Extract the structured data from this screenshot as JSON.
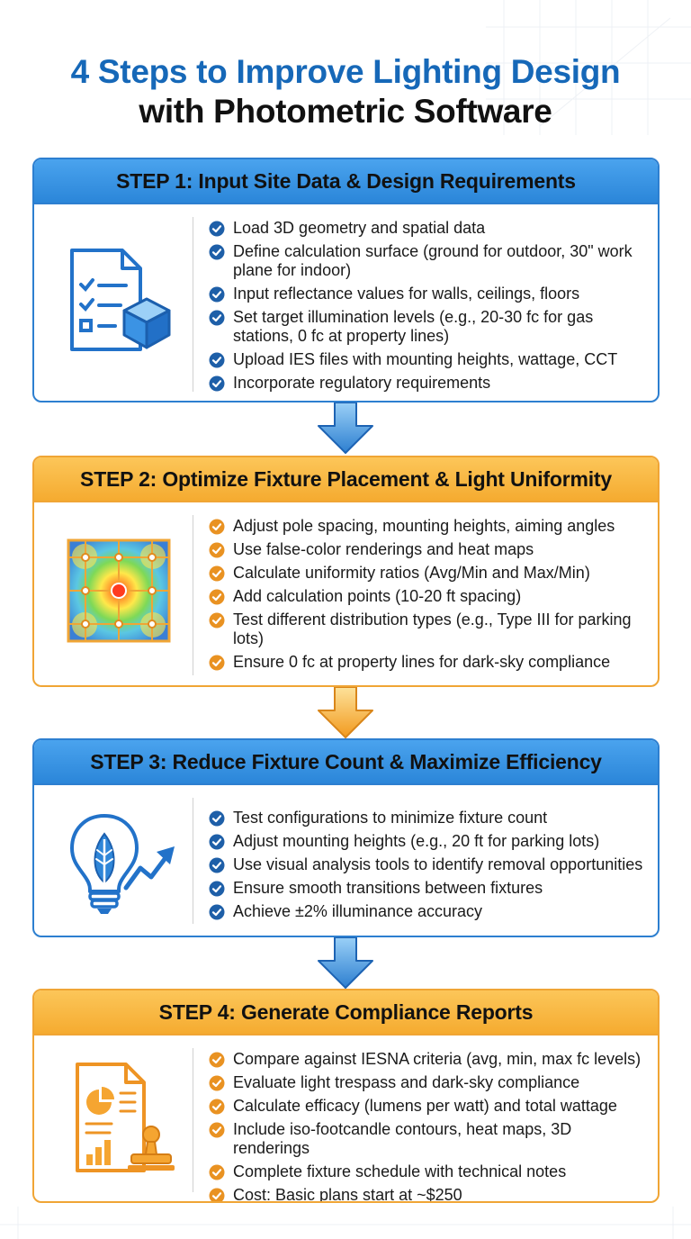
{
  "title": {
    "line1": "4 Steps to Improve Lighting Design",
    "line2": "with Photometric Software"
  },
  "colors": {
    "title_blue": "#1668b8",
    "blue_accent": "#2d7fd0",
    "orange_accent": "#f0a535"
  },
  "steps": [
    {
      "header": "STEP 1: Input Site Data & Design Requirements",
      "icon": "document-checklist-cube-icon",
      "items": [
        "Load 3D geometry and spatial data",
        "Define calculation surface (ground for outdoor, 30\" work plane for indoor)",
        "Input reflectance values for walls, ceilings, floors",
        "Set target illumination levels (e.g., 20-30 fc for gas stations, 0 fc at property lines)",
        "Upload IES files with mounting heights, wattage, CCT",
        "Incorporate regulatory requirements"
      ]
    },
    {
      "header": "STEP 2: Optimize Fixture Placement & Light Uniformity",
      "icon": "heat-map-grid-icon",
      "items": [
        "Adjust pole spacing, mounting heights, aiming angles",
        "Use false-color renderings and heat maps",
        "Calculate uniformity ratios (Avg/Min and Max/Min)",
        "Add calculation points (10-20 ft spacing)",
        "Test different distribution types (e.g., Type III for parking lots)",
        "Ensure 0 fc at property lines for dark-sky compliance"
      ]
    },
    {
      "header": "STEP 3: Reduce Fixture Count & Maximize Efficiency",
      "icon": "lightbulb-leaf-growth-icon",
      "items": [
        "Test configurations to minimize fixture count",
        "Adjust mounting heights (e.g., 20 ft for parking lots)",
        "Use visual analysis tools to identify removal opportunities",
        "Ensure smooth transitions between fixtures",
        "Achieve ±2% illuminance accuracy"
      ]
    },
    {
      "header": "STEP 4: Generate Compliance Reports",
      "icon": "report-stamp-icon",
      "items": [
        "Compare against IESNA criteria (avg, min, max fc levels)",
        "Evaluate light trespass and dark-sky compliance",
        "Calculate efficacy (lumens per watt) and total wattage",
        "Include iso-footcandle contours, heat maps, 3D renderings",
        "Complete fixture schedule with technical notes",
        "Cost: Basic plans start at ~$250"
      ]
    }
  ]
}
